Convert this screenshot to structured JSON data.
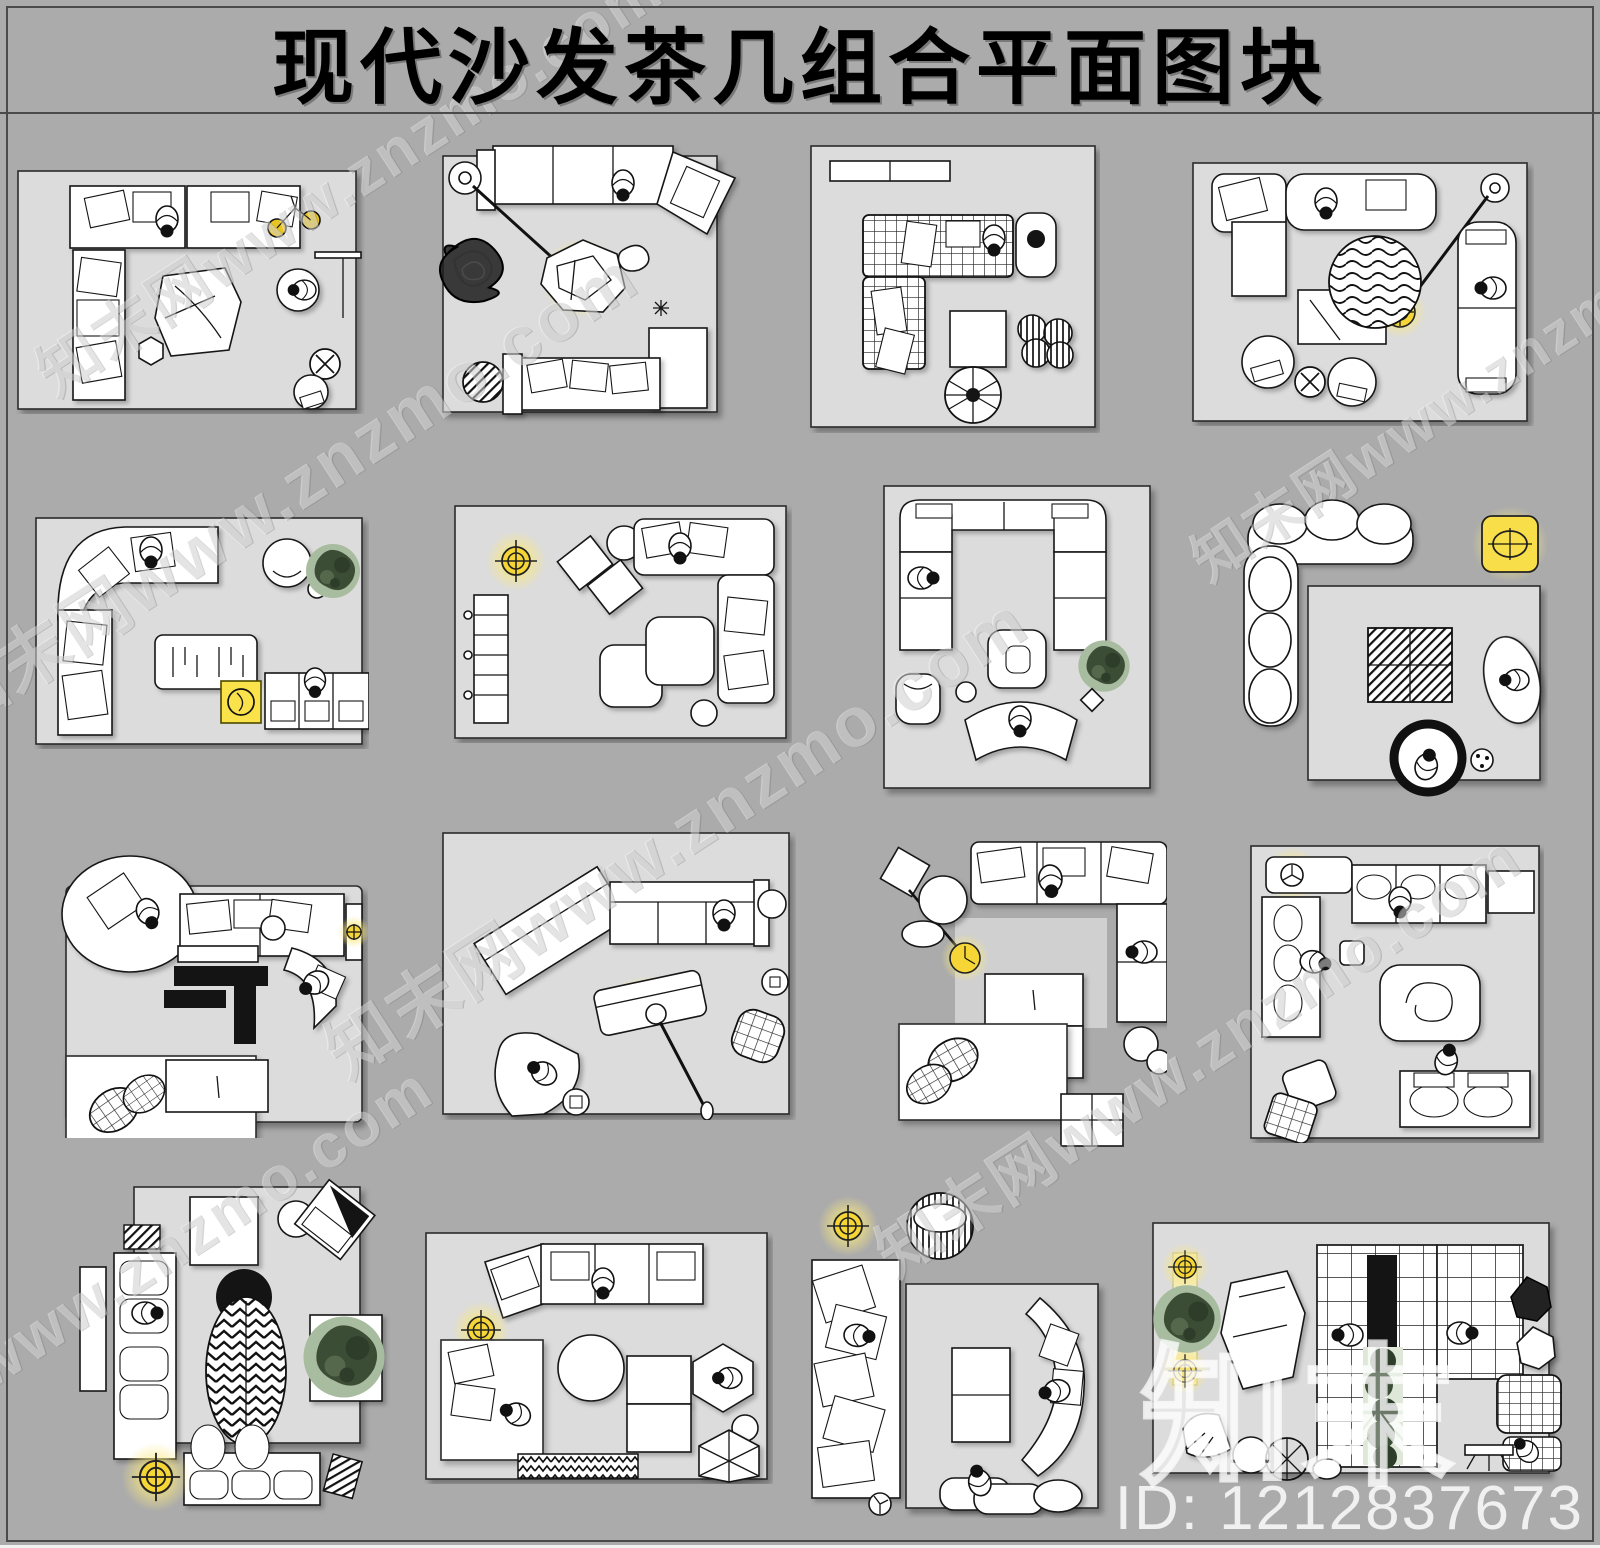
{
  "header": {
    "title": "现代沙发茶几组合平面图块"
  },
  "watermark": {
    "site_name": "知末网",
    "site_url": "www.znzmo.com",
    "diagonal_text": "知末网www.znzmo.com",
    "brand": "知末"
  },
  "footer": {
    "id_label": "ID: 1212837673"
  },
  "palette": {
    "background": "#ababab",
    "room_fill": "#dcdcdc",
    "furniture_fill": "#ffffff",
    "outline": "#161616",
    "accent_yellow": "#f5d636",
    "plant_green": "#3c4d36",
    "plant_light_green": "#a8bca0"
  }
}
